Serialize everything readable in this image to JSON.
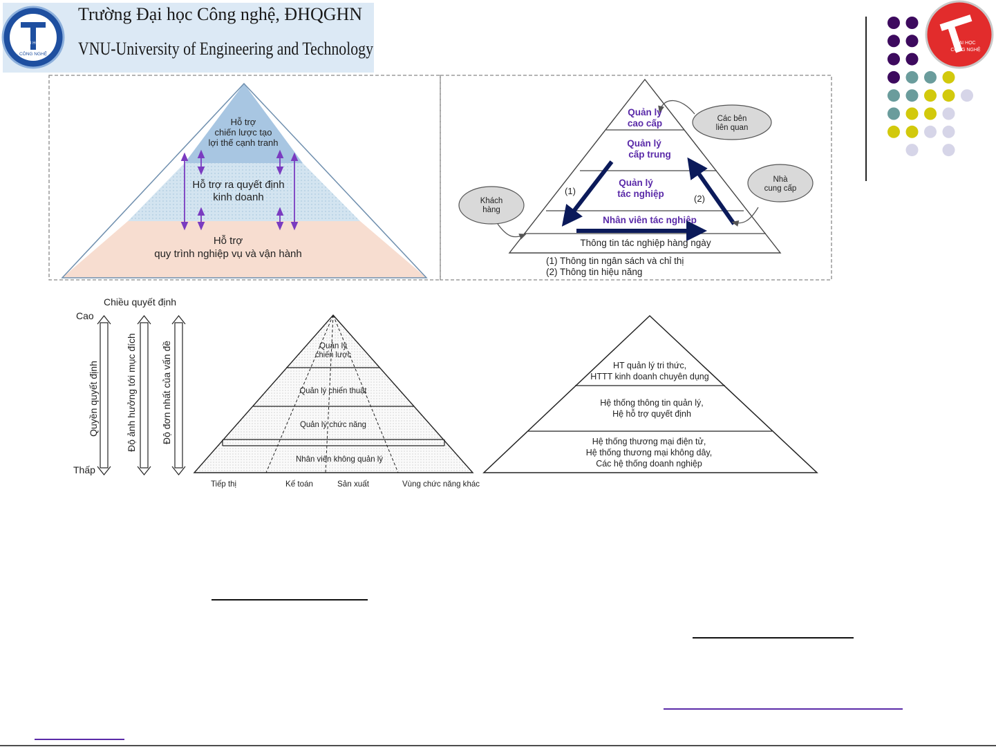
{
  "header": {
    "line1": "Trường Đại học Công nghệ, ĐHQGHN",
    "line2": "VNU-University  of Engineering  and Technology",
    "logo_text_1": "ĐẠI HỌC",
    "logo_text_2": "CÔNG NGHỆ"
  },
  "diagram1": {
    "top_lines": [
      "Hỗ trợ",
      "chiến lược tạo",
      "lợi thế cạnh tranh"
    ],
    "middle_lines": [
      "Hỗ trợ ra quyết định",
      "kinh doanh"
    ],
    "bottom_lines": [
      "Hỗ trợ",
      "quy trình nghiệp vụ và vận hành"
    ]
  },
  "diagram2": {
    "level1": [
      "Quản lý",
      "cao cấp"
    ],
    "level2": [
      "Quản lý",
      "cấp trung"
    ],
    "level3": [
      "Quản lý",
      "tác nghiệp"
    ],
    "level4": "Nhân viên tác nghiệp",
    "base": "Thông tin tác nghiệp hàng ngày",
    "stakeholders": [
      "Các bên",
      "liên quan"
    ],
    "supplier": [
      "Nhà",
      "cung cấp"
    ],
    "customer": [
      "Khách",
      "hàng"
    ],
    "arrow1": "(1)",
    "arrow2": "(2)",
    "note1": "(1) Thông tin ngân sách và chỉ thị",
    "note2": "(2) Thông tin hiệu năng"
  },
  "diagram3": {
    "axis_title": "Chiều quyết định",
    "high": "Cao",
    "low": "Thấp",
    "axis1": "Quyền quyết định",
    "axis2": "Độ ảnh hưởng tới mục đích",
    "axis3": "Độ đơn nhất của vấn đề",
    "levels": [
      [
        "Quản lý",
        "chiến lược"
      ],
      [
        "Quản lý chiến thuật"
      ],
      [
        "Quản lý chức năng"
      ],
      [
        "Nhân viên không quản lý"
      ]
    ],
    "functions": [
      "Tiếp thị",
      "Kế toán",
      "Sản xuất",
      "Vùng chức năng khác"
    ]
  },
  "diagram4": {
    "top": [
      "HT quản lý tri thức,",
      "HTTT kinh doanh chuyên dụng"
    ],
    "middle": [
      "Hệ thống thông tin quản lý,",
      "Hệ hỗ trợ quyết định"
    ],
    "bottom": [
      "Hệ thống thương mại điện tử,",
      "Hệ thống thương mại không dây,",
      "Các hệ thống doanh nghiệp"
    ]
  },
  "colors": {
    "purple": "#3d0a5e",
    "teal": "#6a9c9c",
    "yellow": "#d2c90c",
    "lavender": "#d6d5e8",
    "arrow_navy": "#0b1a5a",
    "label_purple": "#5a2aa8"
  }
}
